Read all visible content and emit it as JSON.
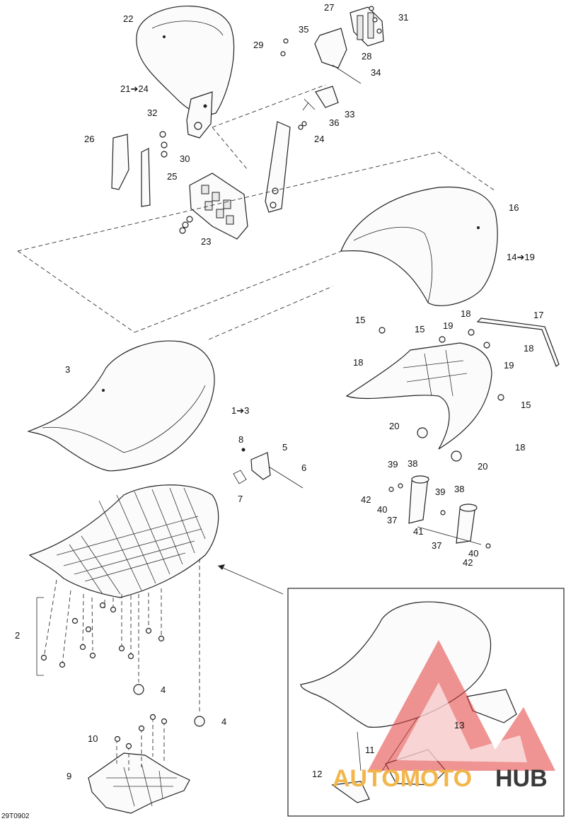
{
  "diagram": {
    "callouts": [
      {
        "id": "c22",
        "text": "22"
      },
      {
        "id": "c27",
        "text": "27"
      },
      {
        "id": "c31",
        "text": "31"
      },
      {
        "id": "c35",
        "text": "35"
      },
      {
        "id": "c29",
        "text": "29"
      },
      {
        "id": "c28",
        "text": "28"
      },
      {
        "id": "c34",
        "text": "34"
      },
      {
        "id": "c21_24",
        "text": "21➔24"
      },
      {
        "id": "c32",
        "text": "32"
      },
      {
        "id": "c33",
        "text": "33"
      },
      {
        "id": "c36",
        "text": "36"
      },
      {
        "id": "c24",
        "text": "24"
      },
      {
        "id": "c26",
        "text": "26"
      },
      {
        "id": "c30",
        "text": "30"
      },
      {
        "id": "c25",
        "text": "25"
      },
      {
        "id": "c23",
        "text": "23"
      },
      {
        "id": "c16",
        "text": "16"
      },
      {
        "id": "c14_19",
        "text": "14➔19"
      },
      {
        "id": "c18a",
        "text": "18"
      },
      {
        "id": "c17",
        "text": "17"
      },
      {
        "id": "c15a",
        "text": "15"
      },
      {
        "id": "c15b",
        "text": "15"
      },
      {
        "id": "c19a",
        "text": "19"
      },
      {
        "id": "c18b",
        "text": "18"
      },
      {
        "id": "c19b",
        "text": "19"
      },
      {
        "id": "c18c",
        "text": "18"
      },
      {
        "id": "c15c",
        "text": "15"
      },
      {
        "id": "c3",
        "text": "3"
      },
      {
        "id": "c1_3",
        "text": "1➔3"
      },
      {
        "id": "c20a",
        "text": "20"
      },
      {
        "id": "c18d",
        "text": "18"
      },
      {
        "id": "c20b",
        "text": "20"
      },
      {
        "id": "c8",
        "text": "8"
      },
      {
        "id": "c5",
        "text": "5"
      },
      {
        "id": "c6",
        "text": "6"
      },
      {
        "id": "c7",
        "text": "7"
      },
      {
        "id": "c39a",
        "text": "39"
      },
      {
        "id": "c38a",
        "text": "38"
      },
      {
        "id": "c42a",
        "text": "42"
      },
      {
        "id": "c40a",
        "text": "40"
      },
      {
        "id": "c39b",
        "text": "39"
      },
      {
        "id": "c38b",
        "text": "38"
      },
      {
        "id": "c37a",
        "text": "37"
      },
      {
        "id": "c41",
        "text": "41"
      },
      {
        "id": "c37b",
        "text": "37"
      },
      {
        "id": "c40b",
        "text": "40"
      },
      {
        "id": "c42b",
        "text": "42"
      },
      {
        "id": "c2",
        "text": "2"
      },
      {
        "id": "c4a",
        "text": "4"
      },
      {
        "id": "c4b",
        "text": "4"
      },
      {
        "id": "c10",
        "text": "10"
      },
      {
        "id": "c9",
        "text": "9"
      },
      {
        "id": "c13",
        "text": "13"
      },
      {
        "id": "c11",
        "text": "11"
      },
      {
        "id": "c12",
        "text": "12"
      }
    ],
    "drawing_code": "29T0902",
    "watermark": {
      "word_part1": "AUTOMOTO",
      "word_part2": "HUB",
      "colors": {
        "triangle": "#e23a3a",
        "part1": "#f2b64a",
        "part2": "#3a3a3a"
      }
    }
  }
}
